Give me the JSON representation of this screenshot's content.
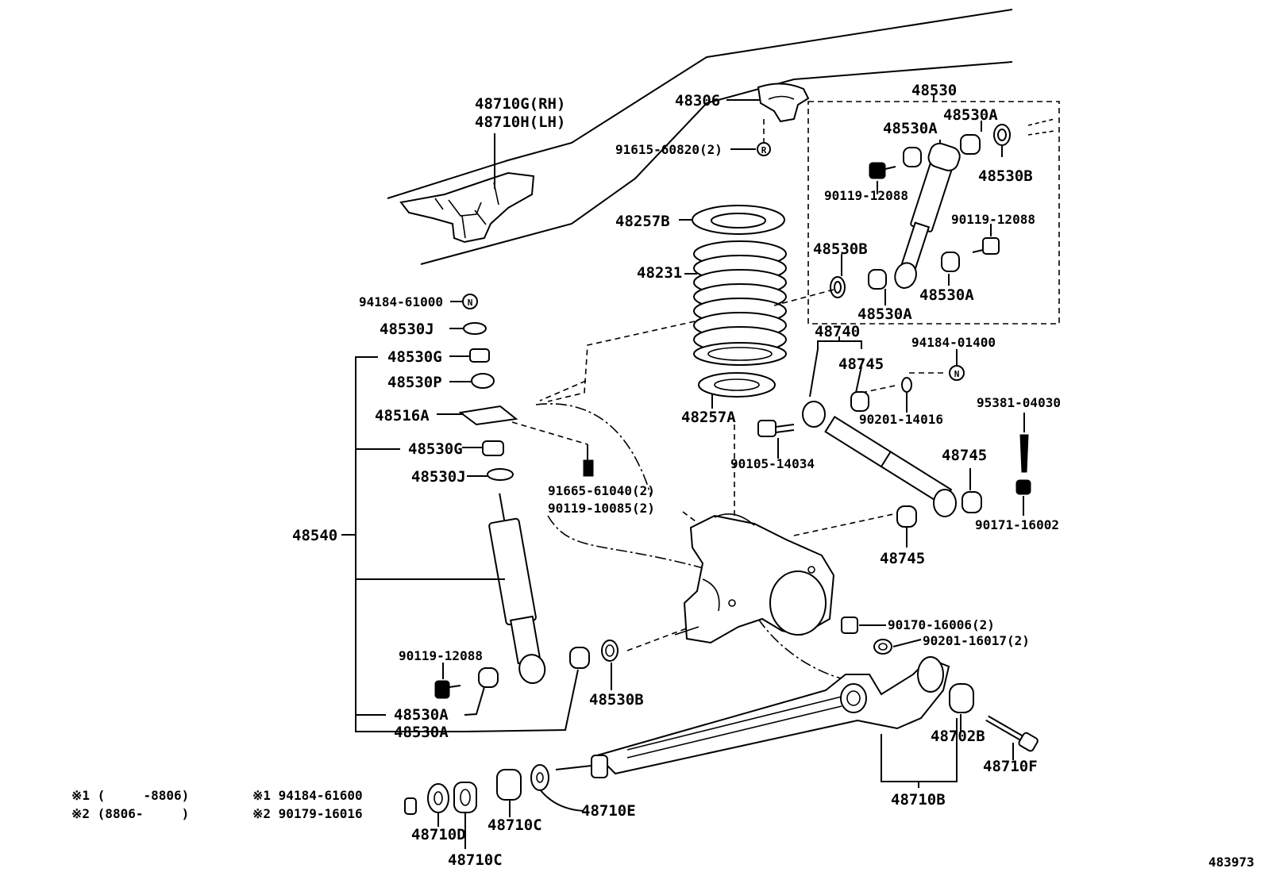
{
  "labels": {
    "p48710g": "48710G(RH)",
    "p48710h": "48710H(LH)",
    "p48306": "48306",
    "p91615": "91615-60820(2)",
    "p48530": "48530",
    "p48530a_top": "48530A",
    "p48530a_top2": "48530A",
    "p48530b_top": "48530B",
    "p90119_top1": "90119-12088",
    "p90119_top2": "90119-12088",
    "p48530b_mid": "48530B",
    "p48530a_mid1": "48530A",
    "p48530a_mid2": "48530A",
    "p48257b": "48257B",
    "p48231": "48231",
    "p94184_61000": "94184-61000",
    "p48530j_1": "48530J",
    "p48530g_1": "48530G",
    "p48530p": "48530P",
    "p48516a": "48516A",
    "p48530g_2": "48530G",
    "p48530j_2": "48530J",
    "p48540": "48540",
    "p91665": "91665-61040(2)",
    "p90119_10085": "90119-10085(2)",
    "p48257a": "48257A",
    "p48740": "48740",
    "p48745_1": "48745",
    "p94184_01400": "94184-01400",
    "p90201_14016": "90201-14016",
    "p95381": "95381-04030",
    "p90105": "90105-14034",
    "p48745_2": "48745",
    "p90171": "90171-16002",
    "p48745_3": "48745",
    "p90170": "90170-16006(2)",
    "p90201_16017": "90201-16017(2)",
    "p90119_low": "90119-12088",
    "p48530b_low": "48530B",
    "p48530a_low1": "48530A",
    "p48530a_low2": "48530A",
    "p48702b": "48702B",
    "p48710f": "48710F",
    "p48710e": "48710E",
    "p48710b": "48710B",
    "p48710c_1": "48710C",
    "p48710d": "48710D",
    "p48710c_2": "48710C",
    "note1_left": "※1 (     -8806)",
    "note2_left": "※2 (8806-     )",
    "note1_right": "※1 94184-61600",
    "note2_right": "※2 90179-16016",
    "diagram_id": "483973"
  },
  "symbols": {
    "r_mark": "R",
    "n_mark": "N"
  }
}
